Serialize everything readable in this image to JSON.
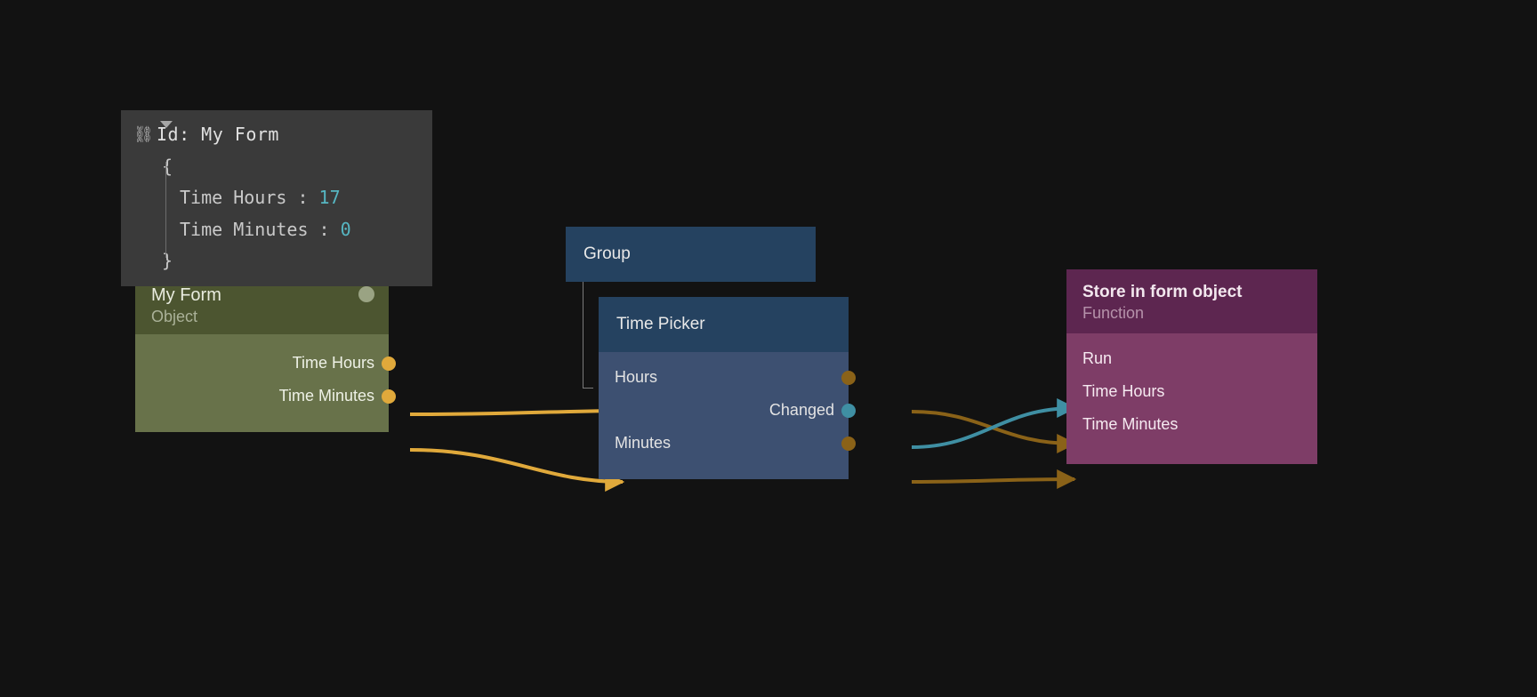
{
  "app": {
    "canvas_background": "#121212",
    "kind": "node-graph-editor"
  },
  "inspector": {
    "pin_icon": "pin-icon",
    "title": "Id: My Form",
    "open_brace": "{",
    "close_brace": "}",
    "properties": [
      {
        "key": "Time Hours : ",
        "value": "17"
      },
      {
        "key": "Time Minutes : ",
        "value": "0"
      }
    ],
    "value_color": "#56b6c2",
    "background": "#3a3a3a"
  },
  "nodes": {
    "myform": {
      "title": "My Form",
      "subtitle": "Object",
      "status_indicator": "status-dot",
      "header_color": "#4c5530",
      "body_color": "#68724a",
      "outputs": [
        {
          "label": "Time Hours",
          "port_color": "#e0a93b"
        },
        {
          "label": "Time Minutes",
          "port_color": "#e0a93b"
        }
      ]
    },
    "group": {
      "title": "Group",
      "header_color": "#254260"
    },
    "timepicker": {
      "title": "Time Picker",
      "header_color": "#254260",
      "body_color": "#3d5071",
      "inputs": [
        {
          "label": "Hours"
        },
        {
          "label": "Minutes"
        }
      ],
      "outputs": [
        {
          "label": "Changed",
          "port_color": "#3f8fa3"
        }
      ],
      "output_ports": [
        {
          "name": "hours-out",
          "color": "#8a6218"
        },
        {
          "name": "changed-out",
          "color": "#3f8fa3"
        },
        {
          "name": "minutes-out",
          "color": "#8a6218"
        }
      ]
    },
    "function": {
      "title": "Store in form object",
      "subtitle": "Function",
      "header_color": "#5d2650",
      "body_color": "#7e3d67",
      "inputs": [
        {
          "label": "Run",
          "port_color": "#3f8fa3"
        },
        {
          "label": "Time Hours",
          "port_color": "#8a6218"
        },
        {
          "label": "Time Minutes",
          "port_color": "#8a6218"
        }
      ]
    }
  },
  "connections": [
    {
      "from": "My Form / Time Hours",
      "to": "Time Picker / Hours",
      "color": "#e0a93b"
    },
    {
      "from": "My Form / Time Minutes",
      "to": "Time Picker / Minutes",
      "color": "#e0a93b"
    },
    {
      "from": "Time Picker / Hours",
      "to": "Store in form object / Time Hours",
      "color": "#8a6218"
    },
    {
      "from": "Time Picker / Changed",
      "to": "Store in form object / Run",
      "color": "#3f8fa3"
    },
    {
      "from": "Time Picker / Minutes",
      "to": "Store in form object / Time Minutes",
      "color": "#8a6218"
    }
  ]
}
